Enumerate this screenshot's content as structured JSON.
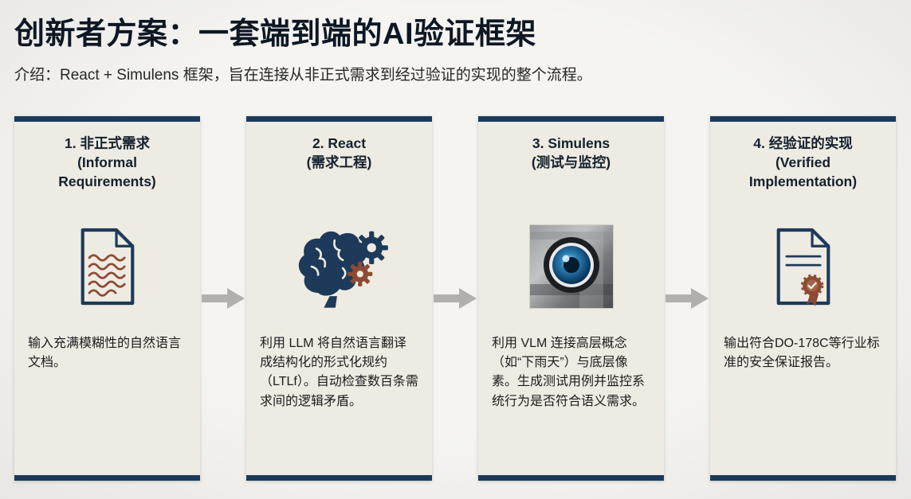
{
  "title": "创新者方案：一套端到端的AI验证框架",
  "subtitle": "介绍：React + Simulens 框架，旨在连接从非正式需求到经过验证的实现的整个流程。",
  "colors": {
    "navy": "#1d3a5a",
    "rust": "#8d4a35",
    "card_background": "#eeebe2",
    "page_background": "#f2f1ee",
    "arrow_gray": "#b2b0ac"
  },
  "steps": [
    {
      "heading_line1": "1. 非正式需求",
      "heading_line2": "(Informal Requirements)",
      "icon": "document-icon",
      "description": "输入充满模糊性的自然语言文档。"
    },
    {
      "heading_line1": "2. React",
      "heading_line2": "(需求工程)",
      "icon": "brain-gears-icon",
      "description": "利用 LLM 将自然语言翻译成结构化的形式化规约（LTLf）。自动检查数百条需求间的逻辑矛盾。"
    },
    {
      "heading_line1": "3. Simulens",
      "heading_line2": "(测试与监控)",
      "icon": "camera-lens-image",
      "description": "利用 VLM 连接高层概念（如“下雨天”）与底层像素。生成测试用例并监控系统行为是否符合语义需求。"
    },
    {
      "heading_line1": "4. 经验证的实现",
      "heading_line2": "(Verified Implementation)",
      "icon": "certificate-icon",
      "description": "输出符合DO-178C等行业标准的安全保证报告。"
    }
  ]
}
